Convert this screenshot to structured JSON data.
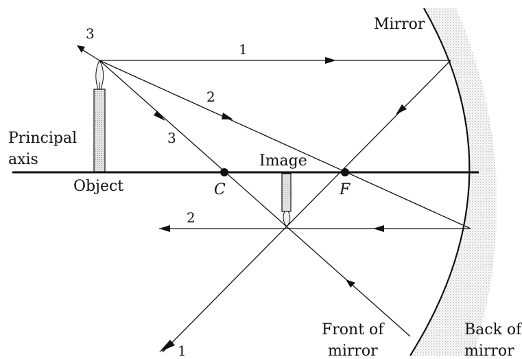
{
  "labels": {
    "mirror": "Mirror",
    "principal_axis_line1": "Principal",
    "principal_axis_line2": "axis",
    "object": "Object",
    "image": "Image",
    "point_c": "C",
    "point_f": "F",
    "front_line1": "Front of",
    "front_line2": "mirror",
    "back_line1": "Back of",
    "back_line2": "mirror"
  },
  "ray_numbers": {
    "ray1_top": "1",
    "ray1_bottom": "1",
    "ray2_incident": "2",
    "ray2_reflected": "2",
    "ray3_incident": "3",
    "ray3_reflected": "3"
  },
  "colors": {
    "ink": "#111111",
    "candle_fill": "#d9d9d9",
    "mirror_shade": "#bdbdbd"
  }
}
